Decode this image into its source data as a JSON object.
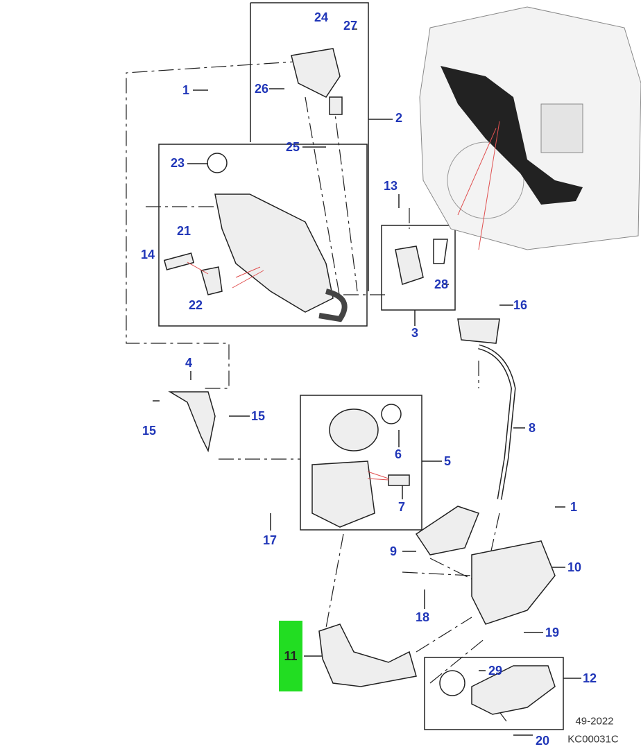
{
  "callouts": [
    "24",
    "27",
    "1",
    "26",
    "2",
    "25",
    "23",
    "13",
    "21",
    "14",
    "22",
    "28",
    "16",
    "3",
    "4",
    "15",
    "15",
    "8",
    "6",
    "5",
    "7",
    "1",
    "17",
    "9",
    "10",
    "18",
    "19",
    "11",
    "29",
    "12",
    "20"
  ],
  "highlighted_callout": "11",
  "footer": {
    "date": "49-2022",
    "code": "KC00031C"
  },
  "colors": {
    "callout": "#2036b8",
    "highlight": "#22dd22",
    "leader_red": "#e05050"
  }
}
